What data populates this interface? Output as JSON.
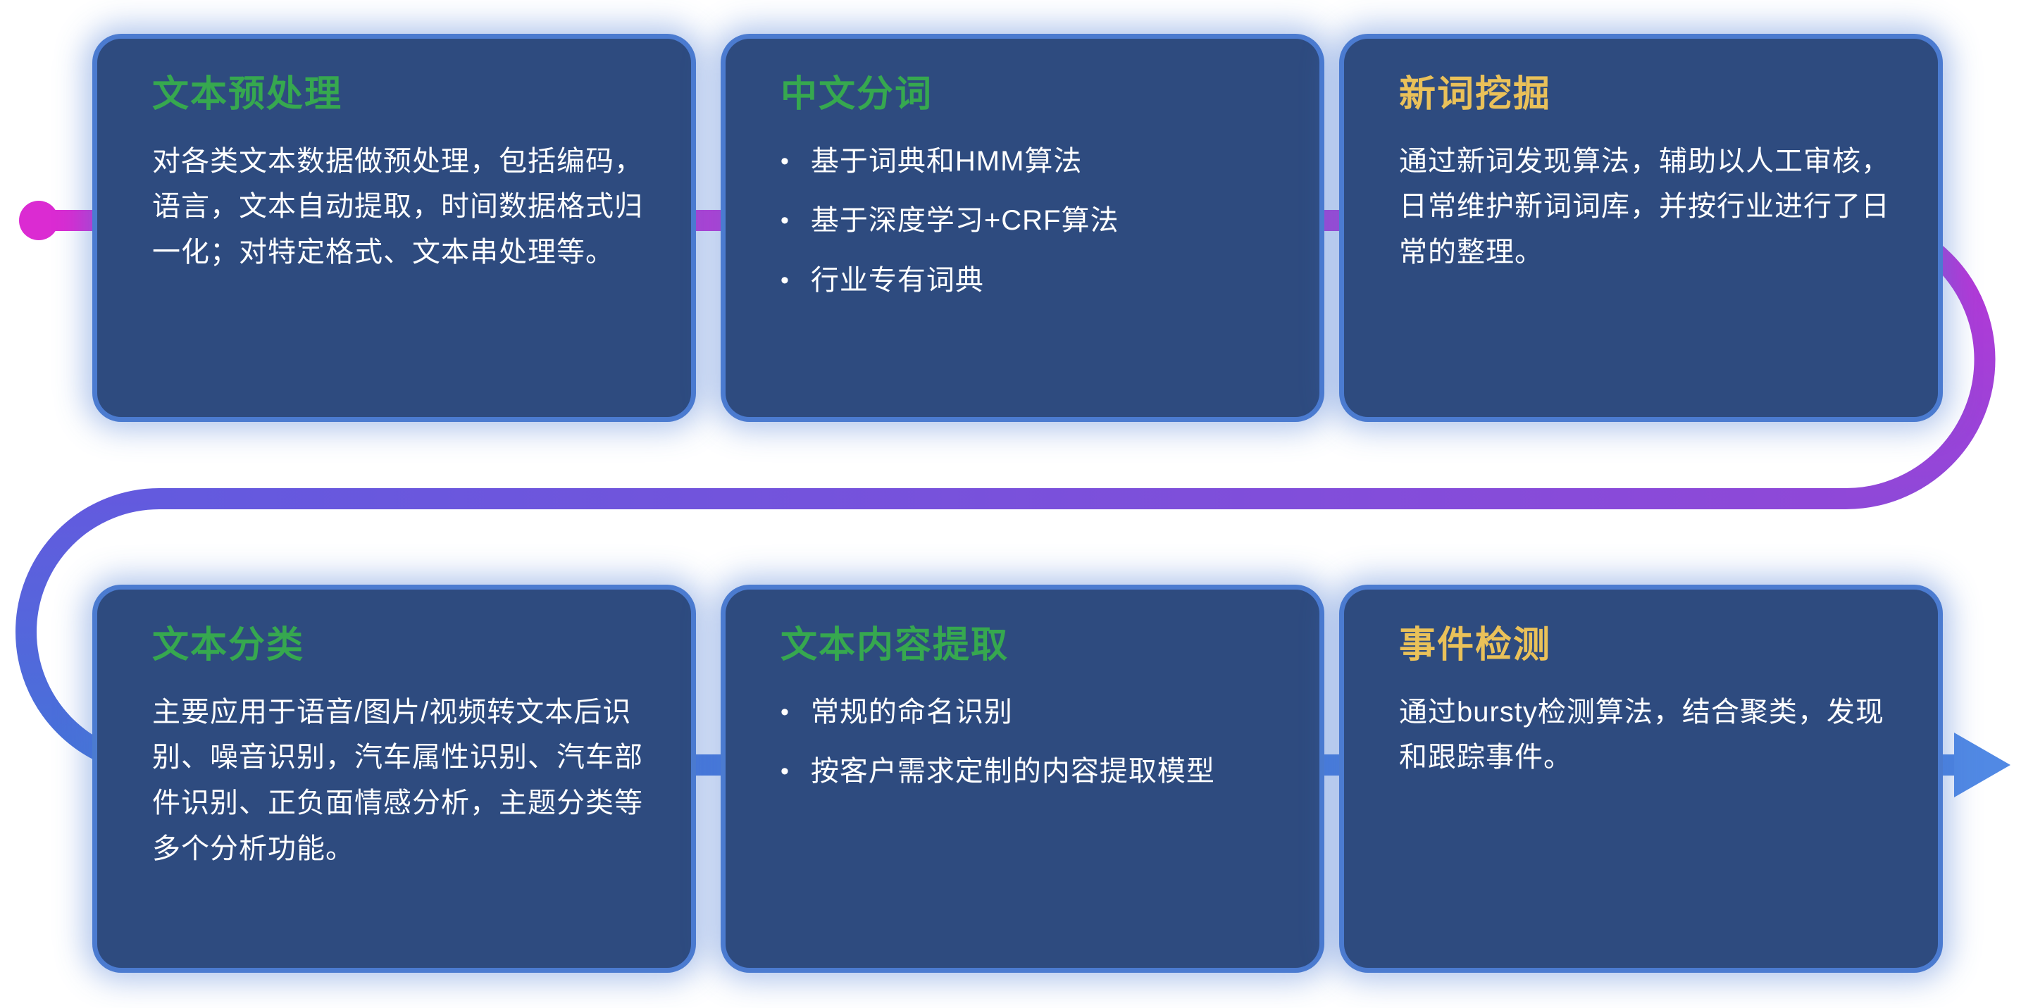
{
  "colors": {
    "magenta": "#DB2BD2",
    "magenta_purple": "#BC35D6",
    "purple": "#8F48D8",
    "violet": "#635ADE",
    "blue": "#4573D9",
    "blue_light": "#4C83E0",
    "arrow_blue": "#5189E4",
    "card_bg": "#2E4B7F",
    "card_border": "#4B7BD0",
    "card_glow": "#4879D46E",
    "title_green": "#36A84F",
    "title_yellow": "#EAC159",
    "body_text": "#FFFFFF"
  },
  "cards": [
    {
      "title": "文本预处理",
      "title_color": "green",
      "type": "paragraph",
      "body": "对各类文本数据做预处理，包括编码，语言，文本自动提取，时间数据格式归一化；对特定格式、文本串处理等。"
    },
    {
      "title": "中文分词",
      "title_color": "green",
      "type": "bullets",
      "bullets": [
        "基于词典和HMM算法",
        "基于深度学习+CRF算法",
        "行业专有词典"
      ]
    },
    {
      "title": "新词挖掘",
      "title_color": "yellow",
      "type": "paragraph",
      "body": "通过新词发现算法，辅助以人工审核，日常维护新词词库，并按行业进行了日常的整理。"
    },
    {
      "title": "文本分类",
      "title_color": "green",
      "type": "paragraph",
      "body": "主要应用于语音/图片/视频转文本后识别、噪音识别，汽车属性识别、汽车部件识别、正负面情感分析，主题分类等多个分析功能。"
    },
    {
      "title": "文本内容提取",
      "title_color": "green",
      "type": "bullets",
      "bullets": [
        "常规的命名识别",
        "按客户需求定制的内容提取模型"
      ]
    },
    {
      "title": "事件检测",
      "title_color": "yellow",
      "type": "paragraph",
      "body": "通过bursty检测算法，结合聚类，发现和跟踪事件。"
    }
  ],
  "bullet_glyph": "•"
}
